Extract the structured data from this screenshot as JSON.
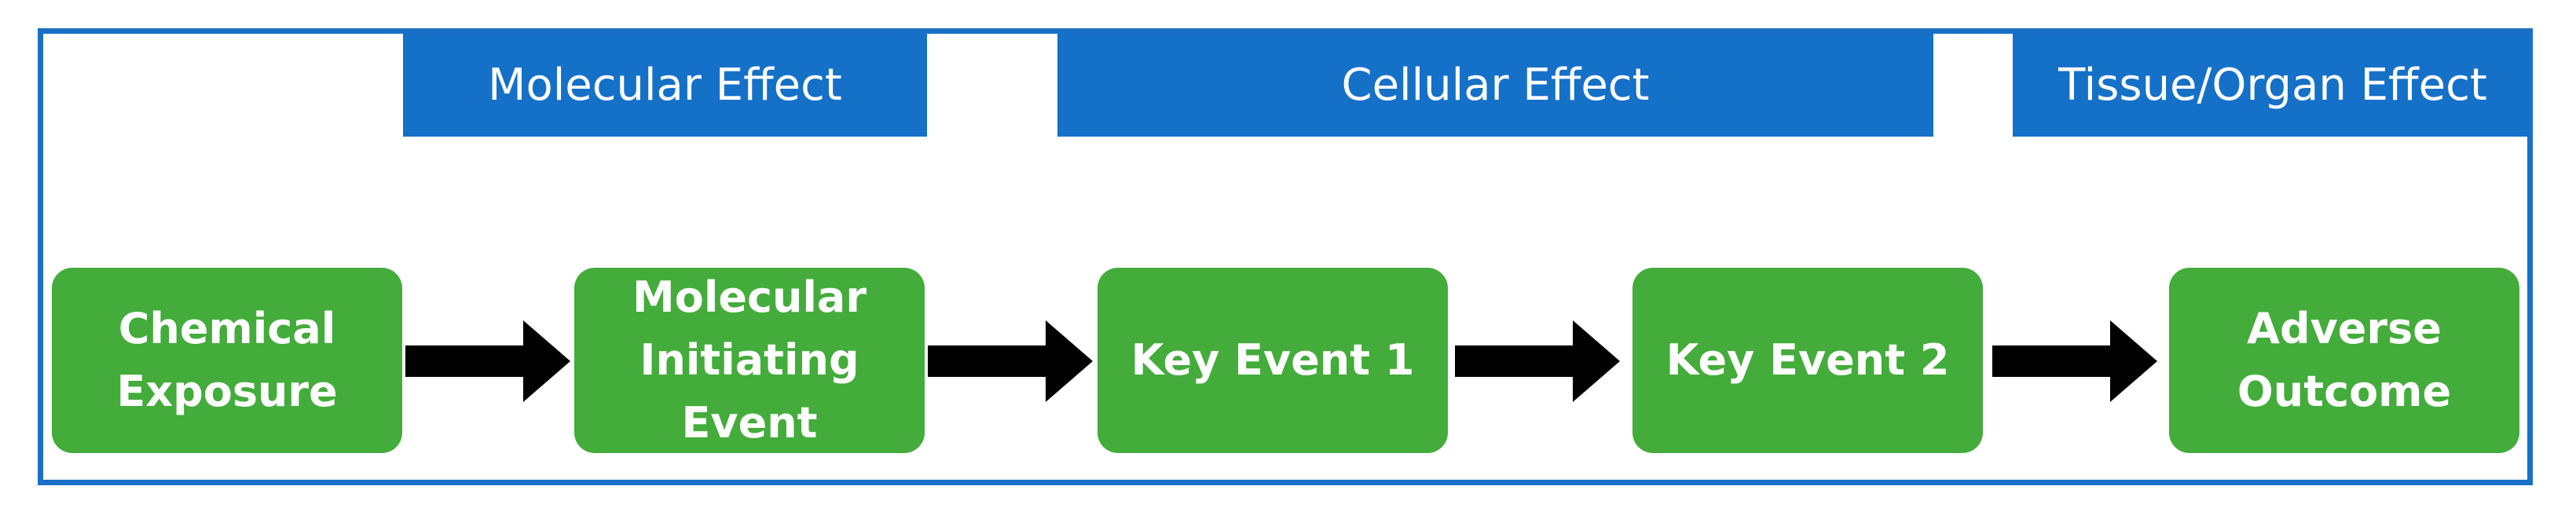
{
  "banners": [
    {
      "label": "Molecular Effect"
    },
    {
      "label": "Cellular Effect"
    },
    {
      "label": "Tissue/Organ Effect"
    }
  ],
  "boxes": [
    {
      "label": "Chemical\nExposure"
    },
    {
      "label": "Molecular\nInitiating\nEvent"
    },
    {
      "label": "Key Event 1"
    },
    {
      "label": "Key Event 2"
    },
    {
      "label": "Adverse\nOutcome"
    }
  ],
  "colors": {
    "banner": "#1570c8",
    "box": "#43ac3b",
    "frame": "#1a6fc7",
    "arrow": "#000000"
  }
}
